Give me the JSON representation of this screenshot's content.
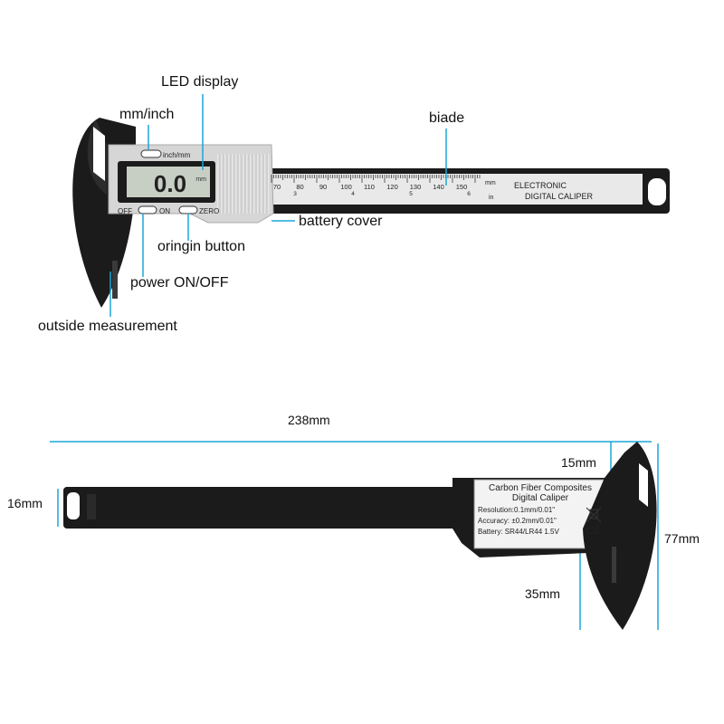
{
  "callouts": {
    "led_display": "LED display",
    "mm_inch": "mm/inch",
    "blade": "biade",
    "battery_cover": "battery cover",
    "origin_button": "oringin button",
    "power": "power ON/OFF",
    "outside_measurement": "outside measurement"
  },
  "caliper_top": {
    "inch_mm_button": "inch/mm",
    "lcd_digits": "0.0",
    "lcd_unit": "mm",
    "off_label": "OFF",
    "on_label": "ON",
    "zero_label": "ZERO",
    "scale_numbers": [
      "70",
      "80",
      "90",
      "100",
      "110",
      "120",
      "130",
      "140",
      "150"
    ],
    "mm_unit": "mm",
    "in_unit": "in",
    "inch_marks": [
      "3",
      "4",
      "5",
      "6"
    ],
    "beam_line1": "ELECTRONIC",
    "beam_line2": "DIGITAL CALIPER"
  },
  "dimensions": {
    "length": "238mm",
    "jaw_width": "15mm",
    "beam_height": "16mm",
    "total_height": "77mm",
    "jaw_depth": "35mm"
  },
  "caliper_bottom": {
    "label_line1": "Carbon Fiber Composites",
    "label_line2": "Digital Caliper",
    "resolution": "Resolution:0.1mm/0.01\"",
    "accuracy": "Accuracy: ±0.2mm/0.01\"",
    "battery": "Battery: SR44/LR44 1.5V",
    "ce_mark": "CE"
  },
  "colors": {
    "callout_line": "#1aa7d8",
    "caliper_black": "#1b1b1b",
    "slider_silver": "#d9d9d9",
    "lcd_green": "#c7cfc5"
  }
}
